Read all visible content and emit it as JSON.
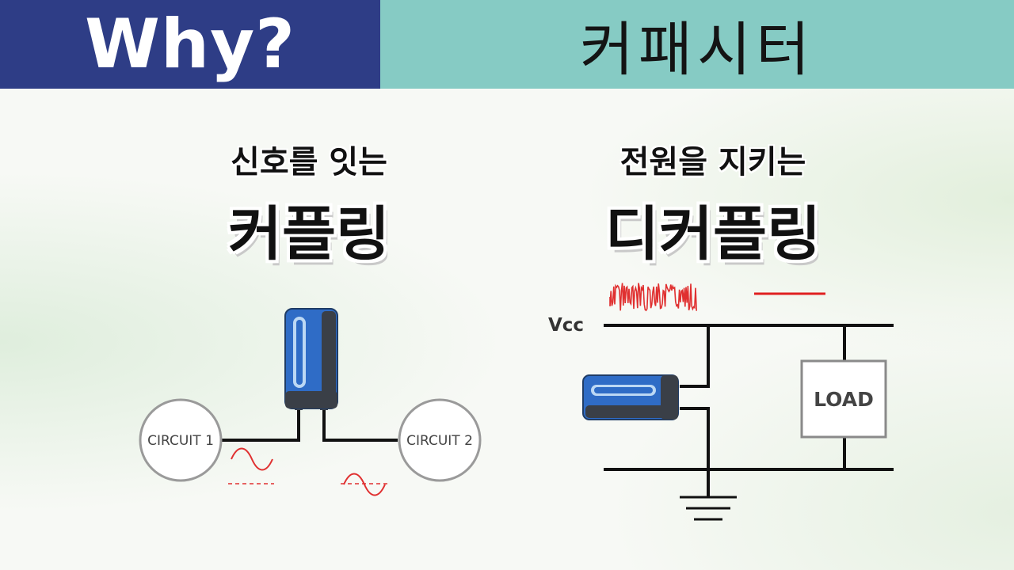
{
  "banner": {
    "left_title": "Why?",
    "right_title": "커패시터",
    "left_color": "#2e3d86",
    "right_color": "#86cbc4"
  },
  "coupling": {
    "subtitle": "신호를 잇는",
    "title": "커플링",
    "circuit1_label": "CIRCUIT 1",
    "circuit2_label": "CIRCUIT 2"
  },
  "decoupling": {
    "subtitle": "전원을 지키는",
    "title": "디커플링",
    "vcc_label": "Vcc",
    "load_label": "LOAD"
  },
  "colors": {
    "capacitor_body": "#2f6cc6",
    "capacitor_dark": "#3a3f47",
    "signal": "#e03030",
    "wire": "#111111"
  },
  "icons": [
    "capacitor-icon",
    "ground-icon"
  ]
}
